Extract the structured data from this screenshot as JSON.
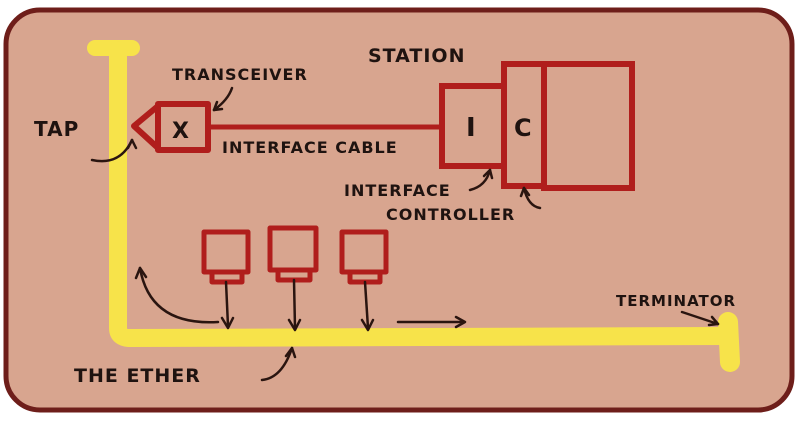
{
  "labels": {
    "station": "STATION",
    "transceiver": "TRANSCEIVER",
    "tap": "TAP",
    "interface_cable": "INTERFACE CABLE",
    "interface_controller_line1": "INTERFACE",
    "interface_controller_line2": "CONTROLLER",
    "terminator": "TERMINATOR",
    "ether": "THE ETHER",
    "transceiver_box_letter": "X",
    "interface_box_letter": "I",
    "controller_box_letter": "C"
  },
  "colors": {
    "background": "#d8a58f",
    "frame": "#6e1e1a",
    "ether_cable": "#f7e34a",
    "drawing": "#b01e1c",
    "ink": "#1f1310"
  }
}
